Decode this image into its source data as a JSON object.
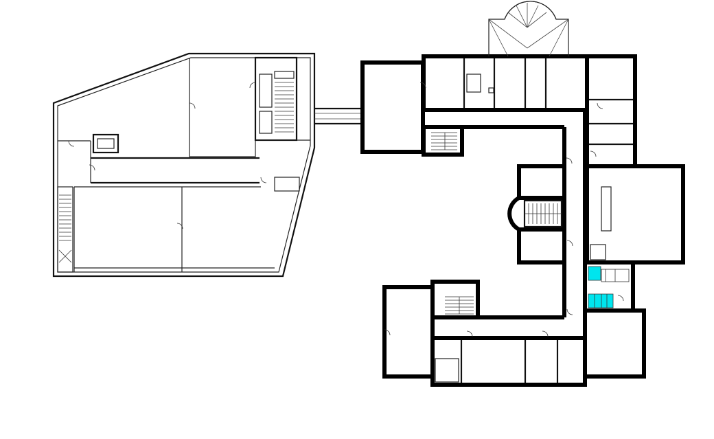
{
  "drawing": {
    "kind": "architectural floor plan",
    "background_color": "#ffffff",
    "line_color": "#000000",
    "highlight_color": "#00e5ee",
    "highlighted_rooms": [
      "restroom-upper",
      "restroom-lower"
    ]
  }
}
